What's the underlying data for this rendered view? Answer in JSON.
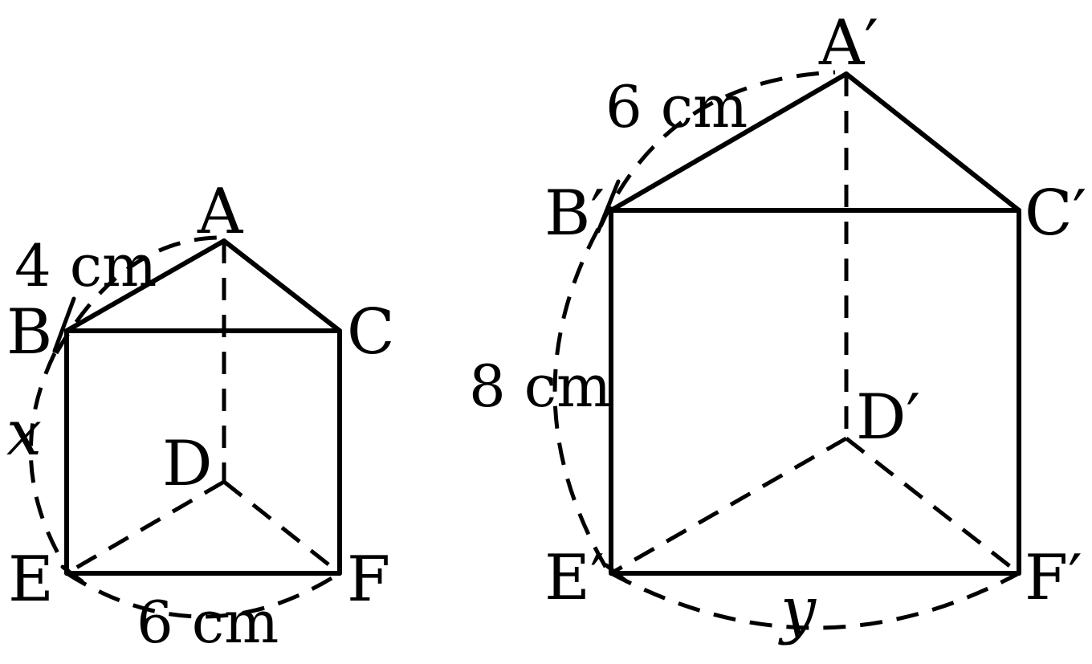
{
  "left_prism": {
    "vertices": {
      "A": "A",
      "B": "B",
      "C": "C",
      "D": "D",
      "E": "E",
      "F": "F"
    },
    "measures": {
      "ab": "4 cm",
      "ef": "6 cm",
      "be": "x"
    }
  },
  "right_prism": {
    "vertices": {
      "A": "A′",
      "B": "B′",
      "C": "C′",
      "D": "D′",
      "E": "E′",
      "F": "F′"
    },
    "measures": {
      "ab": "6 cm",
      "be": "8 cm",
      "ef": "y"
    }
  }
}
